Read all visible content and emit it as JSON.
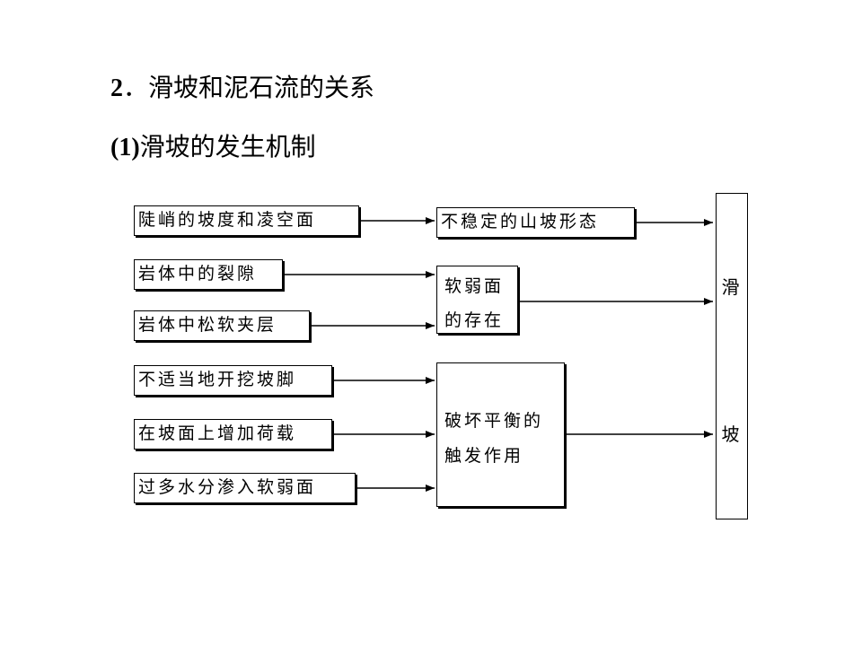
{
  "heading": {
    "number": "2",
    "text": "滑坡和泥石流的关系"
  },
  "subheading": {
    "number": "(1)",
    "text": "滑坡的发生机制"
  },
  "causes": [
    "陡峭的坡度和凌空面",
    "岩体中的裂隙",
    "岩体中松软夹层",
    "不适当地开挖坡脚",
    "在坡面上增加荷载",
    "过多水分渗入软弱面"
  ],
  "intermediates": {
    "unstable_slope": "不稳定的山坡形态",
    "weak_plane": [
      "软弱面",
      "的存在"
    ],
    "trigger": [
      "破坏平衡的",
      "触发作用"
    ]
  },
  "result": [
    "滑",
    "坡"
  ]
}
